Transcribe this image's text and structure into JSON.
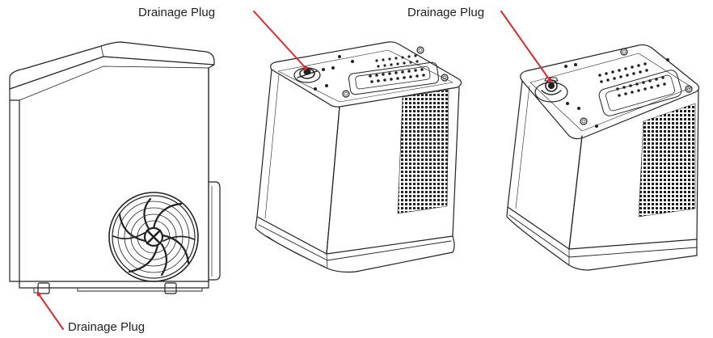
{
  "callouts": {
    "side_view": "Drainage Plug",
    "rear_view": "Drainage Plug",
    "bottom_view": "Drainage Plug"
  },
  "colors": {
    "outline": "#222222",
    "leader": "#e0282e",
    "background": "#ffffff"
  }
}
